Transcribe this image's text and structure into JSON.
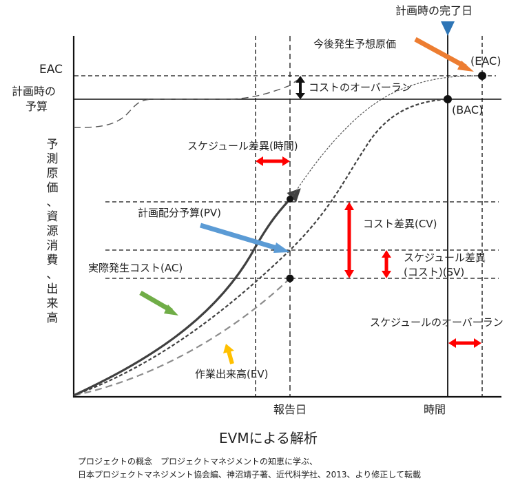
{
  "diagram": {
    "title": "EVMによる解析",
    "caption": {
      "line1": "プロジェクトの概念　プロジェクトマネジメントの知恵に学ぶ、",
      "line2": "日本プロジェクトマネジメント協会編、神沼靖子著、近代科学社、2013、より修正して転載"
    },
    "y_axis": {
      "label": "予測原価、資源消費、出来高",
      "tick_eac": "EAC",
      "tick_budget_line1": "計画時の",
      "tick_budget_line2": "予算"
    },
    "x_axis": {
      "label": "時間",
      "tick_report_date": "報告日"
    },
    "markers": {
      "planned_completion": "計画時の完了日",
      "eac_point": "(EAC)",
      "bac_point": "(BAC)"
    },
    "annotations": {
      "estimate_to_complete": "今後発生予想原価",
      "cost_overrun": "コストのオーバーラン",
      "schedule_variance_time": "スケジュール差異(時間)",
      "planned_value": "計画配分予算(PV)",
      "actual_cost": "実際発生コスト(AC)",
      "earned_value": "作業出来高(EV)",
      "cost_variance": "コスト差異(CV)",
      "schedule_variance_cost_line1": "スケジュール差異",
      "schedule_variance_cost_line2": "(コスト)(SV)",
      "schedule_overrun": "スケジュールのオーバーラン"
    },
    "colors": {
      "marker_triangle": "#2e75b6",
      "etc_arrow": "#ed7d31",
      "pv_arrow": "#5b9bd5",
      "ac_arrow": "#70ad47",
      "ev_arrow": "#ffc000",
      "variance_arrows": "#ff0000",
      "curve_dark": "#404040",
      "curve_gray": "#909090"
    }
  }
}
